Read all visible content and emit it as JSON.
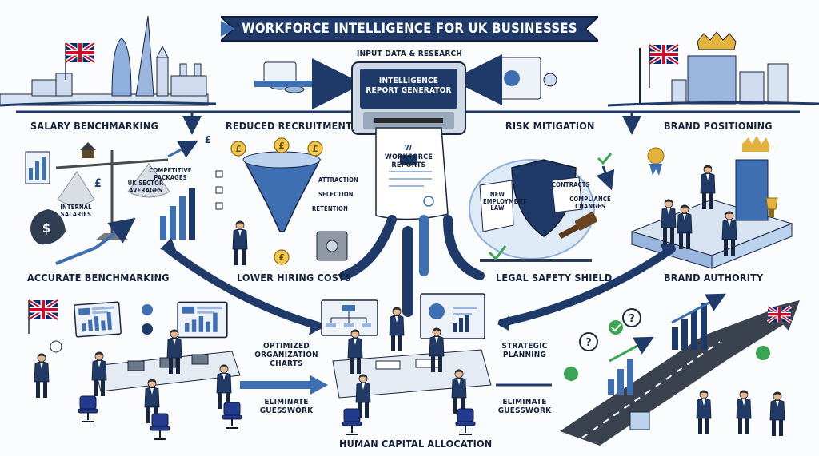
{
  "title": "WORKFORCE INTELLIGENCE FOR UK BUSINESSES",
  "input_label": "INPUT DATA & RESEARCH",
  "generator_label": "INTELLIGENCE REPORT GENERATOR",
  "reports_label": "WORKFORCE REPORTS",
  "reports_logo": "W",
  "sections": {
    "salary_benchmarking": "SALARY BENCHMARKING",
    "reduced_recruitment": "REDUCED RECRUITMENT",
    "risk_mitigation": "RISK MITIGATION",
    "brand_positioning": "BRAND POSITIONING",
    "accurate_benchmarking": "ACCURATE BENCHMARKING",
    "lower_hiring_costs": "LOWER HIRING COSTS",
    "legal_safety_shield": "LEGAL SAFETY SHIELD",
    "brand_authority": "BRAND AUTHORITY",
    "human_capital_allocation": "HUMAN CAPITAL ALLOCATION"
  },
  "benchmark": {
    "competitive": "COMPETITIVE PACKAGES",
    "uk_sector": "UK SECTOR AVERAGES",
    "internal": "INTERNAL SALARIES",
    "pound": "£",
    "dollar": "$"
  },
  "funnel": {
    "attraction": "ATTRACTION",
    "selection": "SELECTION",
    "retention": "RETENTION",
    "pound": "£"
  },
  "risk": {
    "employment_law": "NEW EMPLOYMENT LAW",
    "contracts": "CONTRACTS",
    "compliance": "COMPLIANCE CHANGES"
  },
  "bottom": {
    "optimized": "OPTIMIZED ORGANIZATION CHARTS",
    "eliminate_left": "ELIMINATE GUESSWORK",
    "strategic": "STRATEGIC PLANNING",
    "eliminate_right": "ELIMINATE GUESSWORK"
  },
  "colors": {
    "navy": "#1f3a68",
    "mid_blue": "#3f6fb3",
    "light_blue": "#bcd3ee",
    "gold": "#e3b23c",
    "green": "#3aa655",
    "union_red": "#c8102e"
  }
}
